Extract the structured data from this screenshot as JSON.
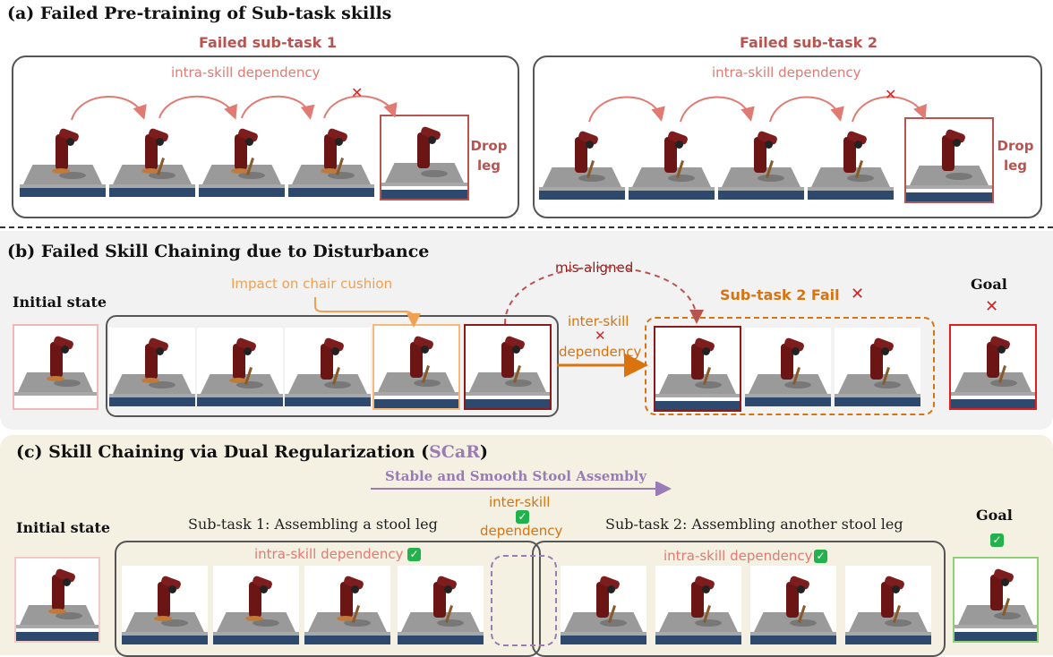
{
  "section_a": {
    "heading": "(a) Failed Pre-training of Sub-task skills",
    "panel1_title": "Failed sub-task 1",
    "panel2_title": "Failed sub-task 2",
    "intra_label": "intra-skill dependency",
    "drop_label_1": "Drop",
    "drop_label_2": "leg",
    "x_glyph": "✕"
  },
  "section_b": {
    "heading": "(b) Failed Skill Chaining  due to Disturbance",
    "initial_state": "Initial state",
    "impact_label": "Impact on chair cushion",
    "misaligned_label": "mis-aligned",
    "inter_skill_1": "inter-skill",
    "inter_skill_2": "dependency",
    "subtask_fail": "Sub-task 2 Fail",
    "goal": "Goal",
    "x_glyph": "✕"
  },
  "section_c": {
    "heading_prefix": "(c)  Skill Chaining via Dual Regularization  (",
    "heading_accent": "SCaR",
    "heading_suffix": ")",
    "banner": "Stable and Smooth Stool Assembly",
    "initial_state": "Initial state",
    "subtask1": "Sub-task 1: Assembling a stool leg",
    "subtask2": "Sub-task  2: Assembling another stool leg",
    "inter_skill": "inter-skill",
    "dependency": "dependency",
    "intra_label": "intra-skill dependency",
    "goal": "Goal",
    "check_glyph": "✓"
  },
  "colors": {
    "fail_red": "#b85450",
    "pink": "#e07a72",
    "orange": "#d9730d",
    "purple": "#9a7bb5",
    "check_green": "#22b14c",
    "goal_red": "#e02020",
    "goal_green": "#8ecf7a"
  }
}
